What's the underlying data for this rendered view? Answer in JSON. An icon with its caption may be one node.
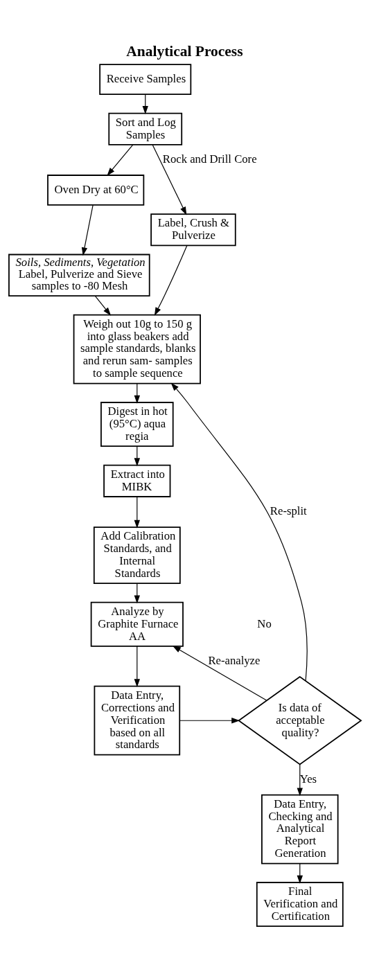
{
  "diagram": {
    "title": "Analytical Process",
    "nodes": [
      {
        "text": [
          "Receive Samples"
        ]
      },
      {
        "text": [
          "Sort and Log Samples"
        ]
      },
      {
        "text": [
          "Oven Dry at 60°C"
        ]
      },
      {
        "text": [
          "Soils, Sediments, Vegetation",
          "Label, Pulverize and Sieve samples to -80 Mesh"
        ]
      },
      {
        "text": [
          "Label, Crush & Pulverize"
        ]
      },
      {
        "text": [
          "Weigh out 10g to 150 g into glass beakers add sample standards, blanks and rerun sam- samples to sample sequence"
        ]
      },
      {
        "text": [
          "Digest in hot (95°C) aqua regia"
        ]
      },
      {
        "text": [
          "Extract into MIBK"
        ]
      },
      {
        "text": [
          "Add Calibration Standards, and Internal Standards"
        ]
      },
      {
        "text": [
          "Analyze by Graphite Furnace AA"
        ]
      },
      {
        "text": [
          "Data Entry, Corrections and Verification based on all standards"
        ]
      },
      {
        "text": [
          "Is data of acceptable quality?"
        ]
      },
      {
        "text": [
          "Data Entry, Checking and Analytical Report Generation"
        ]
      },
      {
        "text": [
          "Final Verification and Certification"
        ]
      }
    ],
    "edges": [
      {
        "from": 0,
        "to": 1,
        "arrow": "to"
      },
      {
        "from": 1,
        "to": 2,
        "arrow": "to"
      },
      {
        "from": 1,
        "to": 4,
        "arrow": "to",
        "label": "Rock and Drill Core"
      },
      {
        "from": 2,
        "to": 3,
        "arrow": "to"
      },
      {
        "from": 3,
        "to": 5,
        "arrow": "to"
      },
      {
        "from": 4,
        "to": 5,
        "arrow": "to"
      },
      {
        "from": 5,
        "to": 6,
        "arrow": "to"
      },
      {
        "from": 6,
        "to": 7,
        "arrow": "to"
      },
      {
        "from": 7,
        "to": 8,
        "arrow": "to"
      },
      {
        "from": 8,
        "to": 9,
        "arrow": "to"
      },
      {
        "from": 9,
        "to": 10,
        "arrow": "to"
      },
      {
        "from": 10,
        "to": 11,
        "arrow": "to"
      },
      {
        "from": 11,
        "to": 9,
        "arrow": "to",
        "label": "Re-analyze"
      },
      {
        "from": 11,
        "to": 5,
        "arrow": "to",
        "label": "Re-split"
      },
      {
        "from": 11,
        "to": 12,
        "arrow": "to",
        "label": "Yes"
      },
      {
        "from": 12,
        "to": 13,
        "arrow": "to"
      }
    ],
    "labels": [
      "No"
    ]
  }
}
